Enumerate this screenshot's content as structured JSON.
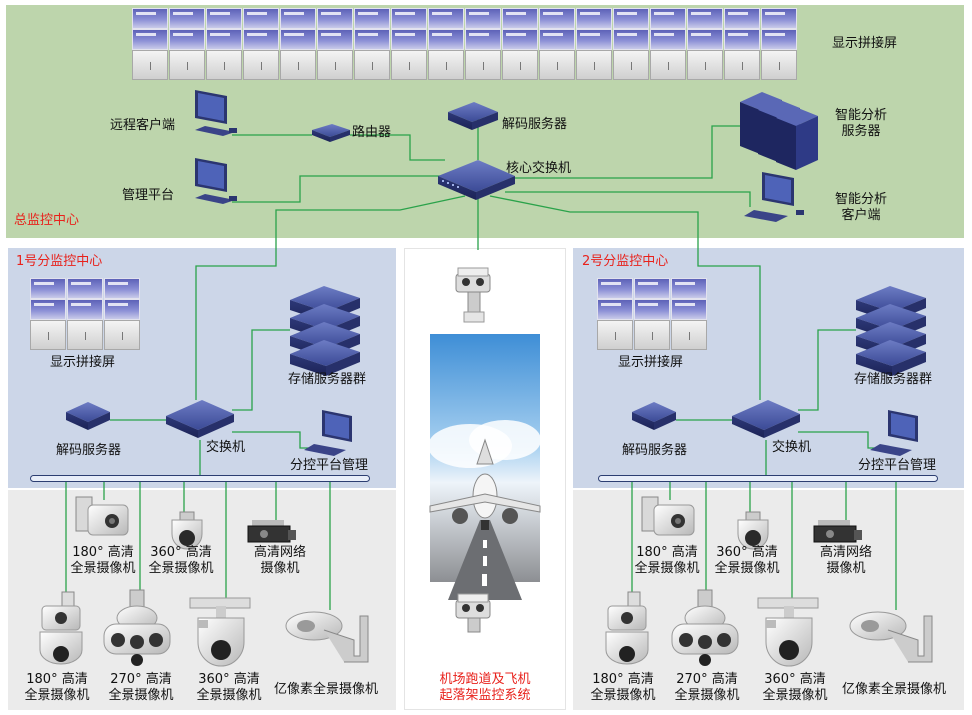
{
  "colors": {
    "hq_bg": "#bdd5ac",
    "sub_bg": "#ccd6e8",
    "floor_bg": "#ebebeb",
    "link": "#2aa24a",
    "bus": "#2c3e72",
    "accent_red": "#e8221c"
  },
  "hq": {
    "title": "总监控中心",
    "wall": "显示拼接屏",
    "remote_client": "远程客户端",
    "router": "路由器",
    "decode_server": "解码服务器",
    "core_switch": "核心交换机",
    "mgmt_platform": "管理平台",
    "ai_server_l1": "智能分析",
    "ai_server_l2": "服务器",
    "ai_client_l1": "智能分析",
    "ai_client_l2": "客户端"
  },
  "sub1": {
    "title": "1号分监控中心",
    "wall": "显示拼接屏",
    "storage": "存储服务器群",
    "decoder": "解码服务器",
    "switch": "交换机",
    "platform": "分控平台管理",
    "cams": [
      {
        "l1": "180° 高清",
        "l2": "全景摄像机"
      },
      {
        "l1": "360° 高清",
        "l2": "全景摄像机"
      },
      {
        "l1": "高清网络",
        "l2": "摄像机"
      },
      {
        "l1": "180° 高清",
        "l2": "全景摄像机"
      },
      {
        "l1": "270° 高清",
        "l2": "全景摄像机"
      },
      {
        "l1": "360° 高清",
        "l2": "全景摄像机"
      },
      {
        "l1": "亿像素全景摄像机",
        "l2": ""
      }
    ]
  },
  "sub2": {
    "title": "2号分监控中心",
    "wall": "显示拼接屏",
    "storage": "存储服务器群",
    "decoder": "解码服务器",
    "switch": "交换机",
    "platform": "分控平台管理",
    "cams": [
      {
        "l1": "180° 高清",
        "l2": "全景摄像机"
      },
      {
        "l1": "360° 高清",
        "l2": "全景摄像机"
      },
      {
        "l1": "高清网络",
        "l2": "摄像机"
      },
      {
        "l1": "180° 高清",
        "l2": "全景摄像机"
      },
      {
        "l1": "270° 高清",
        "l2": "全景摄像机"
      },
      {
        "l1": "360° 高清",
        "l2": "全景摄像机"
      },
      {
        "l1": "亿像素全景摄像机",
        "l2": ""
      }
    ]
  },
  "airport": {
    "l1": "机场跑道及飞机",
    "l2": "起落架监控系统"
  }
}
